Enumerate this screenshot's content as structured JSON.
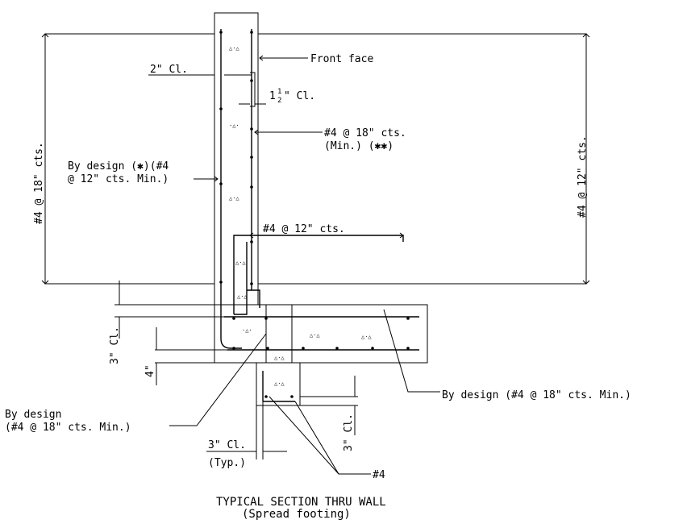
{
  "labels": {
    "front_face": "Front face",
    "clear_2": "2\" Cl.",
    "clear_1_5_whole": "1",
    "clear_1_5_num": "1",
    "clear_1_5_den": "2",
    "clear_1_5_rest": "\" Cl.",
    "front_bars_1": "#4 @ 18\" cts.",
    "front_bars_2": "(Min.)  (✱✱)",
    "back_bars_1": "By design (✱)(#4",
    "back_bars_2": "@ 12\" cts. Min.)",
    "left_dim": "#4 @ 18\" cts.",
    "right_dim": "#4 @ 12\" cts.",
    "top_footing_bars": "#4 @ 12\" cts.",
    "footing_bottom_bars": "By design (#4 @ 18\" cts. Min.)",
    "footing_left_1": "By design",
    "footing_left_2": "(#4 @ 18\" cts. Min.)",
    "clear_3_left": "3\" Cl.",
    "dim_4": "4\"",
    "clear_3_bottom": "3\" Cl.",
    "typ": "(Typ.)",
    "clear_3_key": "3\" Cl.",
    "bar_4": "#4",
    "title_1": "TYPICAL SECTION THRU WALL",
    "title_2": "(Spread footing)"
  }
}
